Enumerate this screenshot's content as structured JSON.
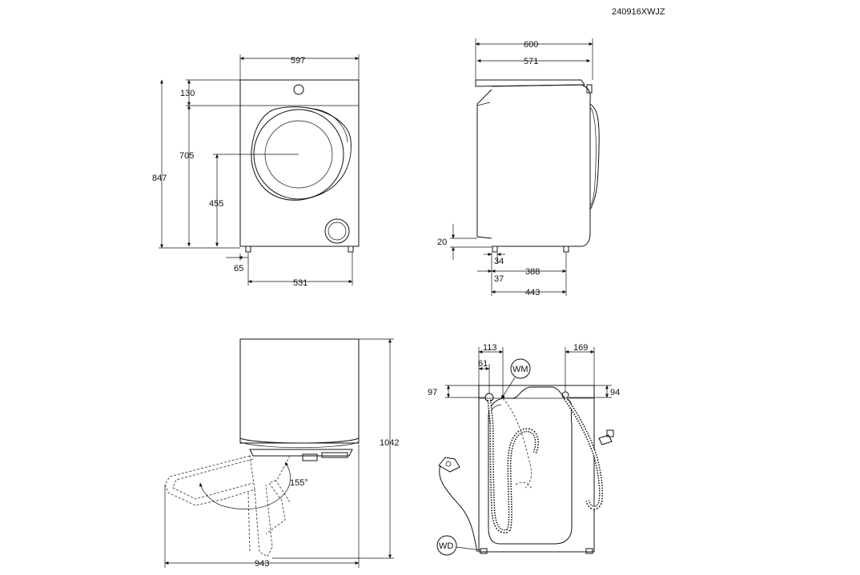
{
  "document_code": "240916XWJZ",
  "front_view": {
    "width": "597",
    "top_panel_height": "130",
    "door_top_height": "705",
    "total_height": "847",
    "door_center_height": "455",
    "foot_offset": "65",
    "foot_spacing": "531"
  },
  "side_view": {
    "total_depth": "600",
    "body_depth": "571",
    "foot_clearance": "20",
    "foot_offset_a": "34",
    "foot_offset_b": "37",
    "foot_spacing": "388",
    "foot_depth": "443"
  },
  "door_open_view": {
    "total_height": "1042",
    "total_depth_open": "943",
    "door_angle": "155°"
  },
  "rear_view": {
    "inlet_offset_left": "113",
    "inlet_offset_small": "61",
    "drain_offset_right": "169",
    "inlet_height_left": "97",
    "drain_height_right": "94",
    "label_wm": "WM",
    "label_wd": "WD"
  }
}
